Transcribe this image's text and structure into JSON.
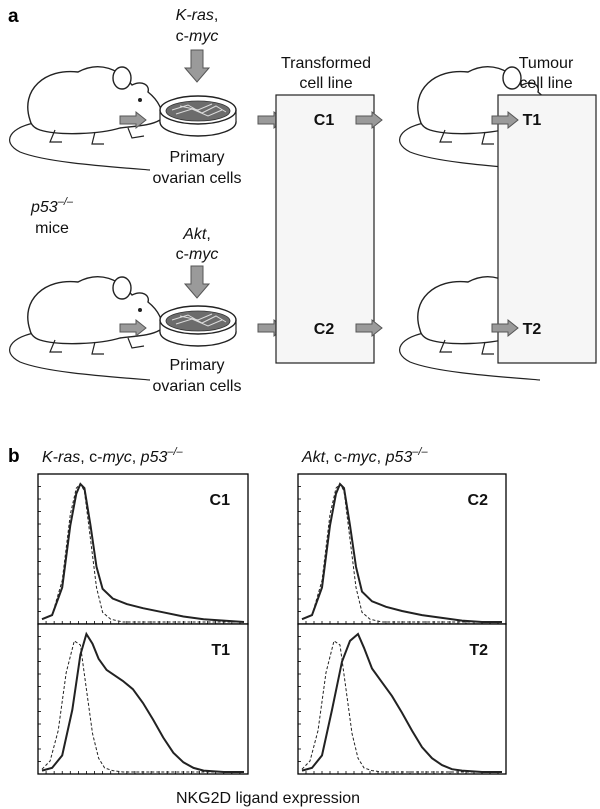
{
  "panel_a": {
    "letter": "a",
    "treatment_top": {
      "gene1": "K-ras",
      "sep": ",",
      "gene2_prefix": "c-",
      "gene2": "myc"
    },
    "treatment_bottom": {
      "gene1": "Akt",
      "sep": ",",
      "gene2_prefix": "c-",
      "gene2": "myc"
    },
    "cells_label_line1": "Primary",
    "cells_label_line2": "ovarian cells",
    "mice_label_gene": "p53",
    "mice_label_sup": "–/–",
    "mice_label_word": "mice",
    "transformed_header_line1": "Transformed",
    "transformed_header_line2": "cell line",
    "tumour_header_line1": "Tumour",
    "tumour_header_line2": "cell line",
    "line_c1": "C1",
    "line_c2": "C2",
    "line_t1": "T1",
    "line_t2": "T2"
  },
  "panel_b": {
    "letter": "b",
    "col1_title": {
      "gene1": "K-ras",
      "mid": ", c-",
      "gene2": "myc",
      "sep": ", ",
      "gene3": "p53",
      "sup": "–/–"
    },
    "col2_title": {
      "gene1": "Akt",
      "mid": ", c-",
      "gene2": "myc",
      "sep": ", ",
      "gene3": "p53",
      "sup": "–/–"
    },
    "xlabel": "NKG2D ligand expression"
  },
  "chart_data": [
    {
      "type": "line",
      "title": "C1",
      "series": [
        {
          "style": "solid",
          "x": [
            0,
            0.05,
            0.1,
            0.14,
            0.17,
            0.19,
            0.21,
            0.24,
            0.27,
            0.3,
            0.35,
            0.42,
            0.5,
            0.6,
            0.7,
            0.8,
            0.9,
            1
          ],
          "y": [
            0.02,
            0.05,
            0.25,
            0.7,
            0.93,
            1,
            0.97,
            0.7,
            0.4,
            0.24,
            0.17,
            0.13,
            0.1,
            0.07,
            0.04,
            0.02,
            0.01,
            0
          ]
        },
        {
          "style": "dashed",
          "x": [
            0,
            0.05,
            0.1,
            0.14,
            0.17,
            0.19,
            0.21,
            0.24,
            0.27,
            0.3,
            0.34,
            0.4,
            1
          ],
          "y": [
            0.02,
            0.05,
            0.3,
            0.78,
            0.97,
            1,
            0.95,
            0.6,
            0.25,
            0.07,
            0.02,
            0,
            0
          ]
        }
      ]
    },
    {
      "type": "line",
      "title": "C2",
      "series": [
        {
          "style": "solid",
          "x": [
            0,
            0.05,
            0.1,
            0.14,
            0.17,
            0.19,
            0.21,
            0.24,
            0.27,
            0.3,
            0.35,
            0.42,
            0.5,
            0.6,
            0.7,
            0.8,
            0.9,
            1
          ],
          "y": [
            0.02,
            0.05,
            0.25,
            0.7,
            0.93,
            1,
            0.97,
            0.7,
            0.4,
            0.22,
            0.15,
            0.11,
            0.08,
            0.05,
            0.03,
            0.01,
            0,
            0
          ]
        },
        {
          "style": "dashed",
          "x": [
            0,
            0.05,
            0.1,
            0.14,
            0.17,
            0.19,
            0.21,
            0.24,
            0.27,
            0.3,
            0.34,
            0.4,
            1
          ],
          "y": [
            0.02,
            0.05,
            0.3,
            0.78,
            0.97,
            1,
            0.95,
            0.6,
            0.25,
            0.07,
            0.02,
            0,
            0
          ]
        }
      ]
    },
    {
      "type": "line",
      "title": "T1",
      "series": [
        {
          "style": "solid",
          "x": [
            0,
            0.05,
            0.1,
            0.15,
            0.19,
            0.22,
            0.25,
            0.28,
            0.32,
            0.36,
            0.4,
            0.45,
            0.5,
            0.55,
            0.6,
            0.65,
            0.7,
            0.75,
            0.8,
            0.9,
            1
          ],
          "y": [
            0.01,
            0.03,
            0.12,
            0.45,
            0.85,
            1,
            0.93,
            0.82,
            0.74,
            0.7,
            0.66,
            0.6,
            0.5,
            0.38,
            0.25,
            0.14,
            0.07,
            0.03,
            0.01,
            0,
            0
          ]
        },
        {
          "style": "dashed",
          "x": [
            0,
            0.04,
            0.08,
            0.12,
            0.16,
            0.19,
            0.22,
            0.25,
            0.28,
            0.31,
            0.35,
            0.4,
            1
          ],
          "y": [
            0.02,
            0.08,
            0.3,
            0.72,
            0.95,
            0.92,
            0.6,
            0.28,
            0.1,
            0.03,
            0.01,
            0,
            0
          ]
        }
      ]
    },
    {
      "type": "line",
      "title": "T2",
      "series": [
        {
          "style": "solid",
          "x": [
            0,
            0.05,
            0.1,
            0.15,
            0.2,
            0.24,
            0.28,
            0.31,
            0.35,
            0.4,
            0.45,
            0.5,
            0.55,
            0.6,
            0.65,
            0.7,
            0.75,
            0.8,
            0.9,
            1
          ],
          "y": [
            0.01,
            0.03,
            0.12,
            0.45,
            0.8,
            0.95,
            1,
            0.9,
            0.75,
            0.65,
            0.55,
            0.43,
            0.3,
            0.18,
            0.1,
            0.05,
            0.02,
            0.01,
            0,
            0
          ]
        },
        {
          "style": "dashed",
          "x": [
            0,
            0.04,
            0.08,
            0.12,
            0.16,
            0.19,
            0.22,
            0.25,
            0.28,
            0.31,
            0.35,
            0.4,
            1
          ],
          "y": [
            0.02,
            0.08,
            0.3,
            0.72,
            0.95,
            0.92,
            0.6,
            0.28,
            0.1,
            0.03,
            0.01,
            0,
            0
          ]
        }
      ]
    }
  ]
}
